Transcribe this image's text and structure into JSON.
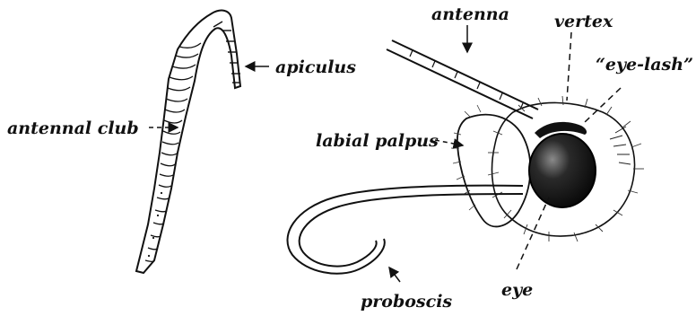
{
  "colors": {
    "ink": "#111111",
    "paper": "#ffffff"
  },
  "labels": {
    "antenna": "antenna",
    "vertex": "vertex",
    "eye_lash": "“eye-lash”",
    "apiculus": "apiculus",
    "antennal_club": "antennal club",
    "labial_palpus": "labial palpus",
    "proboscis": "proboscis",
    "eye": "eye"
  }
}
